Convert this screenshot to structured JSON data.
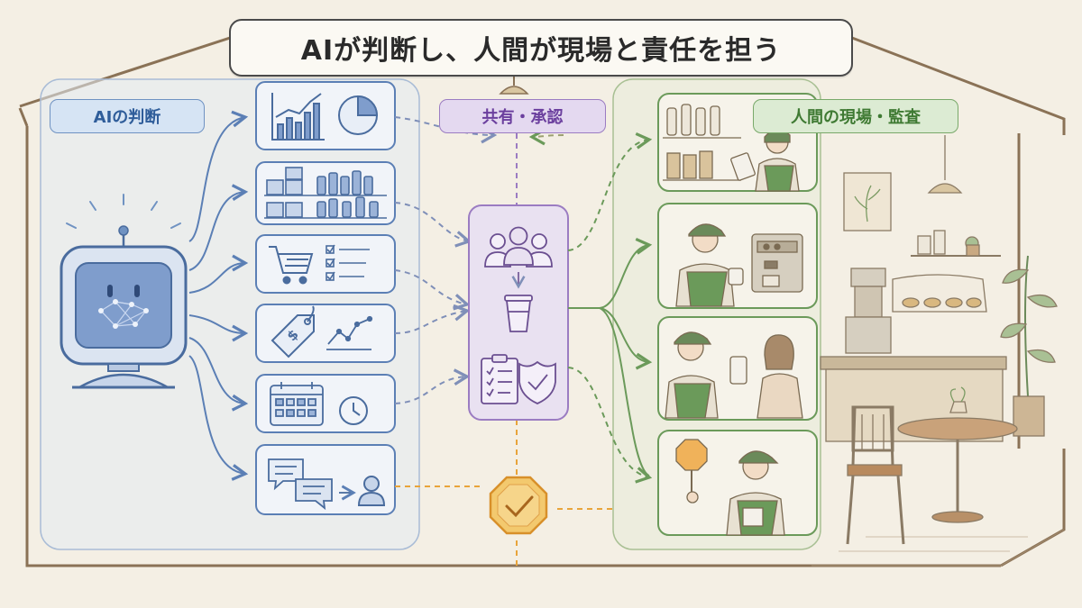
{
  "title": "AIが判断し、人間が現場と責任を担う",
  "labels": {
    "ai": "AIの判断",
    "share": "共有・承認",
    "human": "人間の現場・監査"
  },
  "colors": {
    "ai_blue": "#5b7fb5",
    "share_purple": "#9b7cc2",
    "human_green": "#6b9a5a",
    "check_orange": "#e8a43a",
    "background": "#f4efe4"
  },
  "ai_cards": [
    {
      "icons": [
        "bar-line-chart-icon",
        "pie-chart-icon"
      ]
    },
    {
      "icons": [
        "inventory-shelves-icon"
      ]
    },
    {
      "icons": [
        "shopping-cart-icon",
        "checklist-icon"
      ]
    },
    {
      "icons": [
        "price-tag-icon",
        "trend-line-icon"
      ]
    },
    {
      "icons": [
        "calendar-icon",
        "clock-icon"
      ]
    },
    {
      "icons": [
        "chat-bubbles-icon",
        "person-icon"
      ]
    }
  ],
  "share_icons": [
    "team-icon",
    "coffee-cup-icon",
    "clipboard-checklist-icon",
    "shield-check-icon"
  ],
  "human_scenes": [
    {
      "icon": "staff-checking-shelf-icon"
    },
    {
      "icon": "barista-at-machine-icon"
    },
    {
      "icon": "staff-serving-customer-icon"
    },
    {
      "icon": "staff-with-stop-sign-icon"
    }
  ],
  "approval_icon": "octagon-check-icon"
}
